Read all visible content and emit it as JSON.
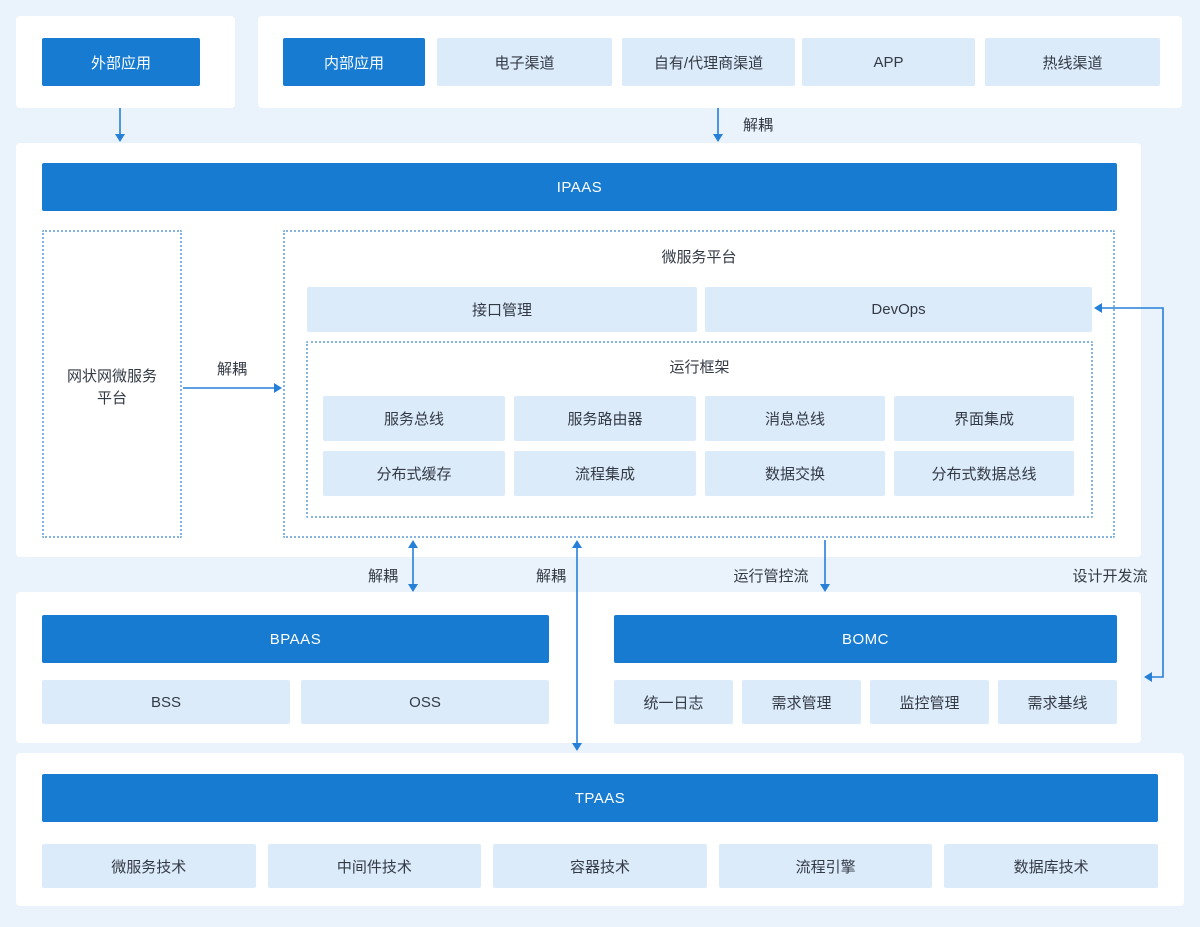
{
  "colors": {
    "background": "#eaf2fc",
    "panel": "#ffffff",
    "primary_blue": "#177bd1",
    "light_blue_box": "#dcebfa",
    "arrow_blue": "#2680d8",
    "dotted_border": "#85b4e2",
    "text_dark": "#333a45",
    "text_on_blue": "#ffffff"
  },
  "external": {
    "label": "外部应用"
  },
  "internal": {
    "primary": "内部应用",
    "channels": [
      "电子渠道",
      "自有/代理商渠道",
      "APP",
      "热线渠道"
    ]
  },
  "flow_labels": {
    "decouple_top": "解耦",
    "decouple_mesh": "解耦",
    "decouple_bpaas": "解耦",
    "decouple_tpaas": "解耦",
    "run_control_flow": "运行管控流",
    "design_dev_flow": "设计开发流"
  },
  "ipaas": {
    "bar": "IPAAS",
    "mesh_platform_line1": "网状网微服务",
    "mesh_platform_line2": "平台",
    "ms_platform": {
      "title": "微服务平台",
      "api_mgmt": "接口管理",
      "devops": "DevOps",
      "runtime": {
        "title": "运行框架",
        "modules": [
          "服务总线",
          "服务路由器",
          "消息总线",
          "界面集成",
          "分布式缓存",
          "流程集成",
          "数据交换",
          "分布式数据总线"
        ]
      }
    }
  },
  "bpaas": {
    "bar": "BPAAS",
    "items": [
      "BSS",
      "OSS"
    ]
  },
  "bomc": {
    "bar": "BOMC",
    "items": [
      "统一日志",
      "需求管理",
      "监控管理",
      "需求基线"
    ]
  },
  "tpaas": {
    "bar": "TPAAS",
    "items": [
      "微服务技术",
      "中间件技术",
      "容器技术",
      "流程引擎",
      "数据库技术"
    ]
  }
}
